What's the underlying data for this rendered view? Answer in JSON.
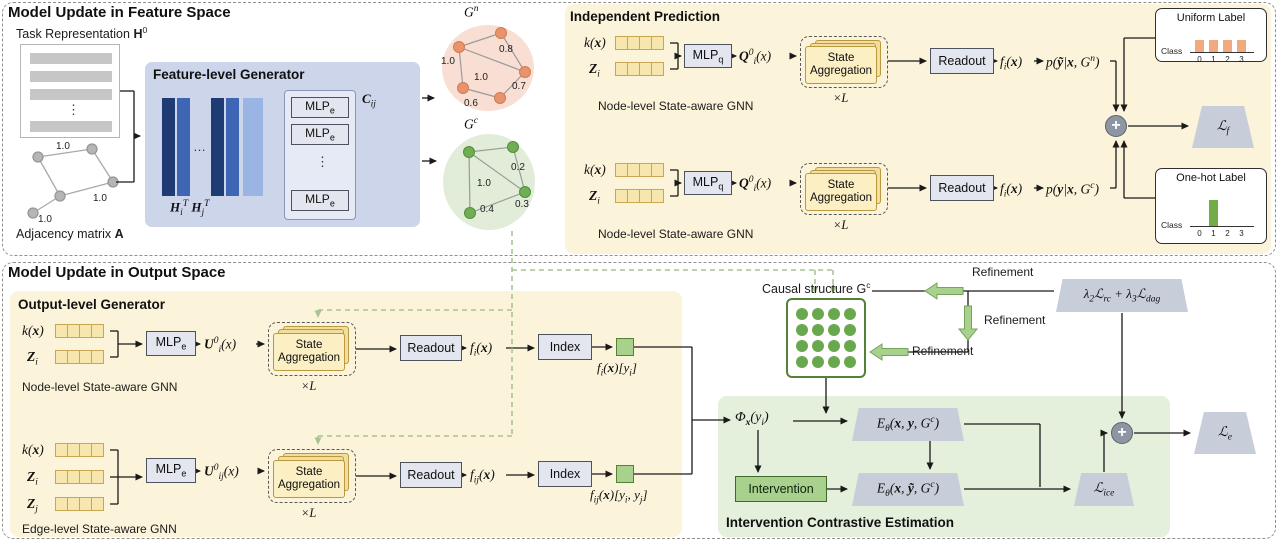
{
  "colors": {
    "panel_yellow": "#fbf3da",
    "panel_green": "#e4efdc",
    "generator_blue": "#cdd5eb",
    "box_gray": "#e3e6ee",
    "trapezoid_gray": "#c7cdd9",
    "cell_yellow": "#f7e6ad",
    "accent_green": "#a9d18e",
    "node_green": "#6aa84f",
    "node_orange": "#e8936b",
    "bar_orange": "#f2a97e",
    "bar_navy": "#1f3b73",
    "bar_blue": "#3f66b4"
  },
  "common": {
    "plus": "+",
    "vdots": "⋮",
    "hdots": "…",
    "state_aggregation": "State Aggregation",
    "times_l": "×L",
    "readout": "Readout",
    "index": "Index",
    "kx": "k(<b>x</b>)",
    "z_i": "<b>Z</b><sub>i</sub>",
    "z_j": "<b>Z</b><sub>j</sub>",
    "mlp_e": "MLP<sub>e</sub>",
    "mlp_q": "MLP<sub>q</sub>"
  },
  "feature_space": {
    "title": "Model Update in Feature Space",
    "task_label": "Task Representation <b>H</b><sup>0</sup>",
    "adjacency_label": "Adjacency matrix <b>A</b>",
    "adj_weights": [
      "1.0",
      "1.0",
      "1.0"
    ],
    "generator_title": "Feature-level Generator",
    "h_bars_label": "<b>H</b><sub>i</sub><sup>T</sup> <b>H</b><sub>j</sub><sup>T</sup>",
    "c_label": "<b>C</b><sub>ij</sub>",
    "gn_label": "G<sup>n</sup>",
    "gn_weights": [
      "1.0",
      "0.8",
      "1.0",
      "0.7",
      "0.6"
    ],
    "gc_label": "G<sup>c</sup>",
    "gc_weights": [
      "0.2",
      "1.0",
      "0.3",
      "0.4"
    ]
  },
  "independent_prediction": {
    "title": "Independent Prediction",
    "q0": "<b>Q</b><sup>0</sup><sub>i</sub>(x)",
    "f_i": "f<sub>i</sub>(<b>x</b>)",
    "p_tilde": "p(<b>ỹ</b>|<b>x</b>, G<sup>n</sup>)",
    "p_y": "p(<b>y</b>|<b>x</b>, G<sup>c</sup>)",
    "gnn_label": "Node-level State-aware GNN",
    "uniform": {
      "title": "Uniform Label",
      "axis": "Class",
      "ticks": [
        "0",
        "1",
        "2",
        "3"
      ]
    },
    "onehot": {
      "title": "One-hot Label",
      "axis": "Class",
      "ticks": [
        "0",
        "1",
        "2",
        "3"
      ]
    },
    "loss_f": "ℒ<sub>f</sub>"
  },
  "output_space": {
    "title": "Model Update in Output Space",
    "generator_title": "Output-level Generator",
    "u_i": "<b>U</b><sup>0</sup><sub>i</sub>(x)",
    "u_ij": "<b>U</b><sup>0</sup><sub>ij</sub>(x)",
    "f_i": "f<sub>i</sub>(<b>x</b>)",
    "f_ij": "f<sub>ij</sub>(<b>x</b>)",
    "f_i_y": "f<sub>i</sub>(<b>x</b>)[y<sub>i</sub>]",
    "f_ij_y": "f<sub>ij</sub>(<b>x</b>)[y<sub>i</sub>, y<sub>j</sub>]",
    "gnn_node_label": "Node-level State-aware GNN",
    "gnn_edge_label": "Edge-level State-aware GNN",
    "causal_label": "Causal structure G<sup>c</sup>",
    "refinement": "Refinement",
    "lambda_loss": "λ<sub>2</sub>ℒ<sub>rc</sub> + λ<sub>3</sub>ℒ<sub>dag</sub>"
  },
  "ice": {
    "title": "Intervention Contrastive Estimation",
    "phi": "Φ<sub><b>x</b></sub>(y<sub>i</sub>)",
    "e_y": "E<sub>θ</sub>(<b>x</b>, <b>y</b>, G<sup>c</sup>)",
    "e_ytilde": "E<sub>θ</sub>(<b>x</b>, <b>ỹ</b>, G<sup>c</sup>)",
    "intervention": "Intervention",
    "loss_ice": "ℒ<sub>ice</sub>",
    "loss_e": "ℒ<sub>e</sub>"
  }
}
